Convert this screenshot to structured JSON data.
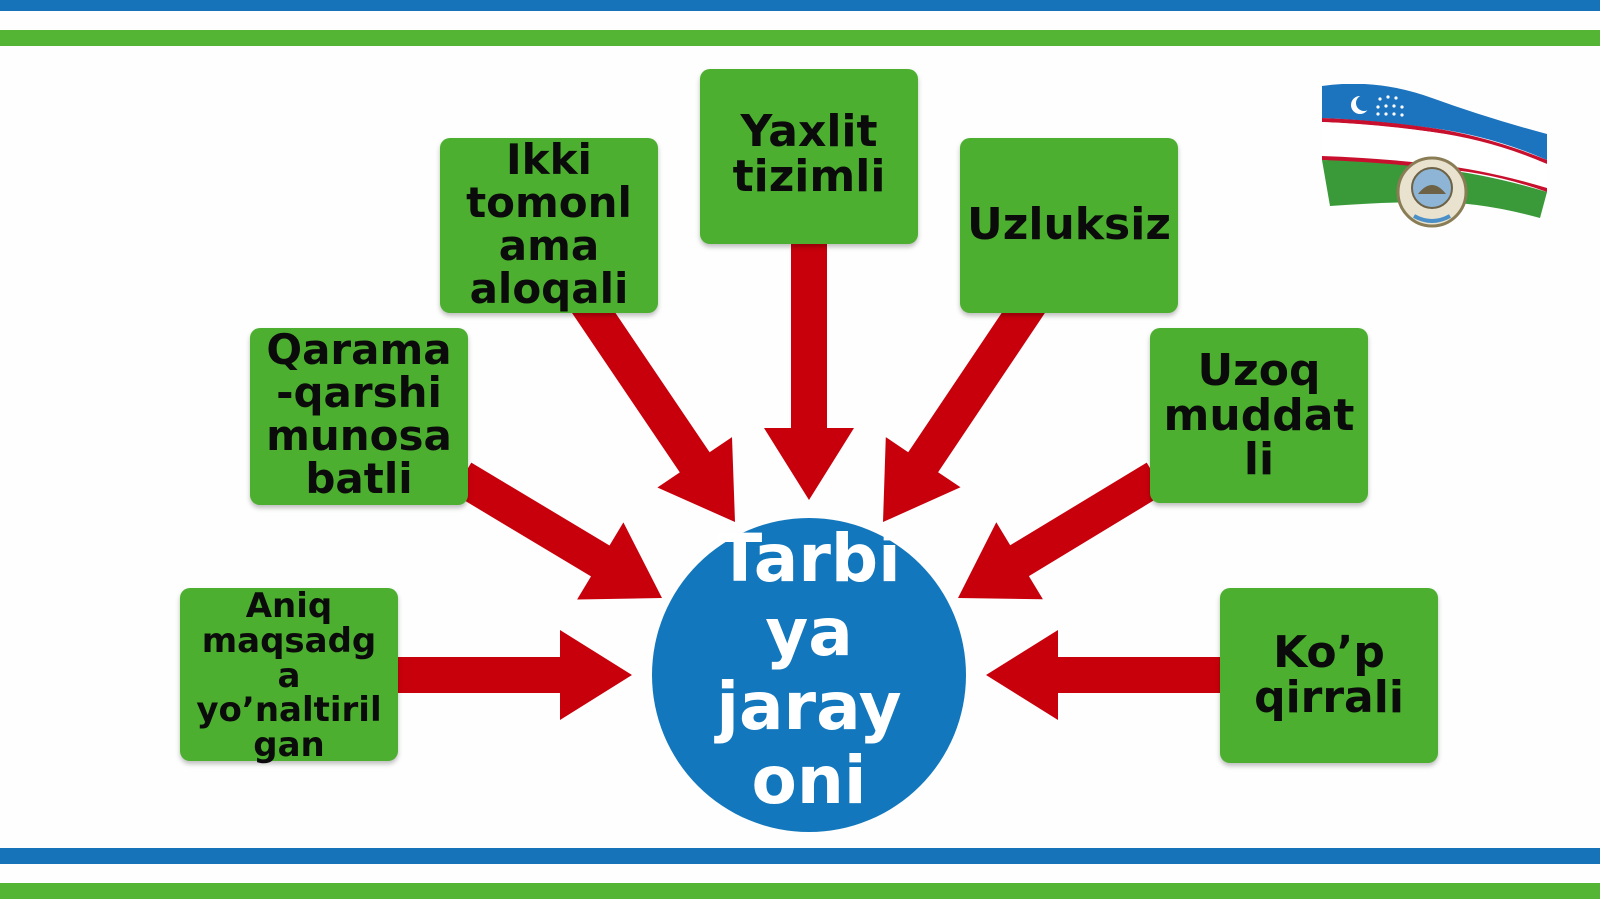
{
  "colors": {
    "box_fill": "#4caf2f",
    "arrow": "#c8000c",
    "circle": "#1277bd",
    "stripe_blue": "#1773b9",
    "stripe_green": "#54b534"
  },
  "center": {
    "text": "Tarbi\nya\njaray\noni"
  },
  "nodes": [
    {
      "id": "aniq",
      "text": "Aniq\nmaqsadg\na\nyo’naltiril\ngan"
    },
    {
      "id": "qarama",
      "text": "Qarama\n-qarshi\nmunosa\nbatli"
    },
    {
      "id": "ikki",
      "text": "Ikki\ntomonl\nama\naloqali"
    },
    {
      "id": "yaxlit",
      "text": "Yaxlit\ntizimli"
    },
    {
      "id": "uzluksiz",
      "text": "Uzluksiz"
    },
    {
      "id": "uzoq",
      "text": "Uzoq\nmuddat\nli"
    },
    {
      "id": "kop",
      "text": "Ko’p\nqirrali"
    }
  ]
}
